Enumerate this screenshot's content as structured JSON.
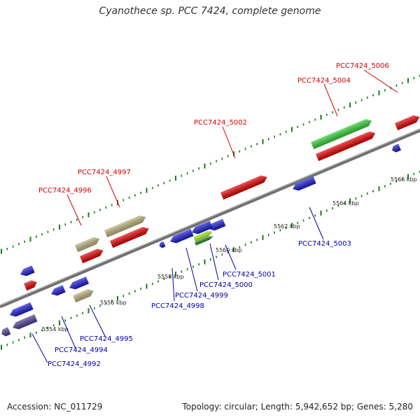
{
  "title": "Cyanothece sp. PCC 7424, complete genome",
  "footer": {
    "accession": "Accession: NC_011729",
    "summary": "Topology: circular; Length: 5,942,652 bp; Genes: 5,280"
  },
  "colors": {
    "backbone": "#8a8a8a",
    "label_top": "#d40000",
    "label_bottom": "#0000aa",
    "tick": "#1a7a1a",
    "red": "#e00000",
    "blue": "#1a1ad0",
    "tan": "#b9b07a",
    "green": "#33cc33",
    "lime": "#aaee33",
    "darkgreen": "#1f7a1f",
    "purple": "#4a3f8f"
  },
  "ticks": [
    "5554 kbp",
    "5556 kbp",
    "5558 kbp",
    "5560 kbp",
    "5562 kbp",
    "5564 kbp",
    "5566 kbp"
  ],
  "labels_top": [
    "PCC7424_4996",
    "PCC7424_4997",
    "PCC7424_5002",
    "PCC7424_5004",
    "PCC7424_5006"
  ],
  "labels_bottom": [
    "PCC7424_4992",
    "PCC7424_4994",
    "PCC7424_4995",
    "PCC7424_4998",
    "PCC7424_4999",
    "PCC7424_5000",
    "PCC7424_5001",
    "PCC7424_5003"
  ]
}
